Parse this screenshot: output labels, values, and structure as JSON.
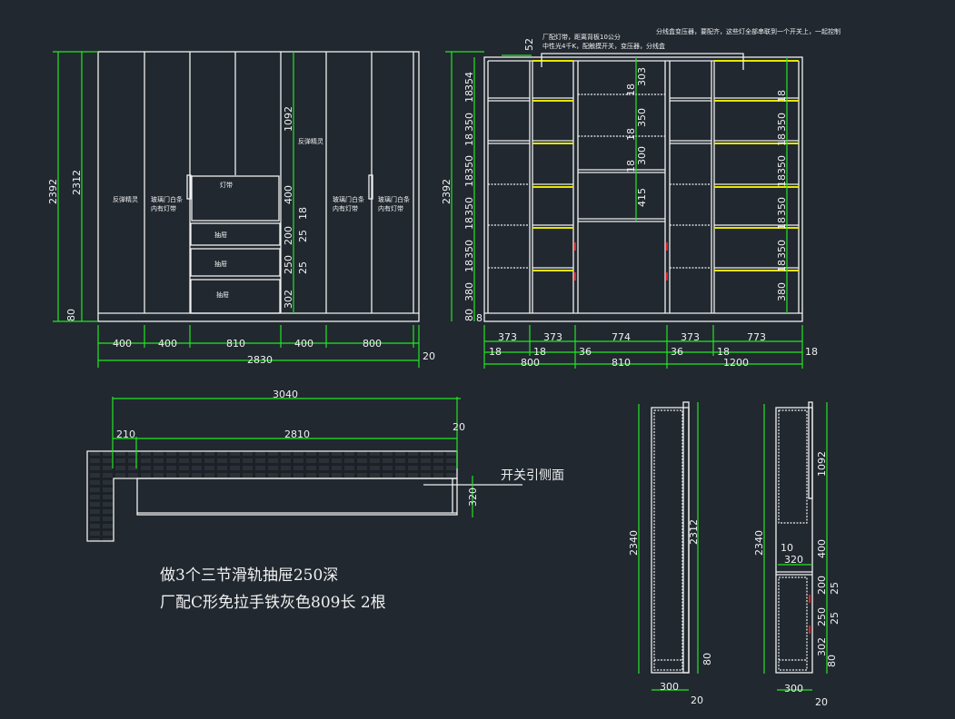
{
  "colors": {
    "background": "#212830",
    "lines": "#f0f0f0",
    "dimensions": "#22e622",
    "light_strip": "#e6e600",
    "handle": "#e02020"
  },
  "front_elevation": {
    "labels": [
      "反弹精灵",
      "玻璃门白条",
      "内有灯带",
      "灯带",
      "抽屉",
      "抽屉",
      "抽屉",
      "反弹精灵",
      "玻璃门白条",
      "内有灯带",
      "玻璃门白条",
      "内有灯带"
    ],
    "dims_left": [
      "2392",
      "2312",
      "80"
    ],
    "dims_right": [
      "1092",
      "400",
      "18",
      "200",
      "25",
      "250",
      "25",
      "302"
    ],
    "dims_bottom": [
      "400",
      "400",
      "810",
      "400",
      "800",
      "20",
      "2830"
    ]
  },
  "section_elevation": {
    "notes": [
      "厂配灯带，距离背板10公分",
      "中性光4千K，配触摸开关，变压器，分线盒",
      "分线盒变压器，要配齐，这些灯全部串联到一个开关上，一起控制"
    ],
    "dims_top": [
      "52"
    ],
    "dims_left": [
      "2392",
      "354",
      "18",
      "350",
      "18",
      "350",
      "18",
      "350",
      "18",
      "350",
      "18",
      "380",
      "80",
      "8"
    ],
    "dims_middle": [
      "18",
      "303",
      "350",
      "18",
      "300",
      "18",
      "415"
    ],
    "dims_right": [
      "18",
      "350",
      "18",
      "350",
      "18",
      "350",
      "18",
      "350",
      "18",
      "380"
    ],
    "dims_bottom_row1": [
      "373",
      "373",
      "774",
      "373",
      "773"
    ],
    "dims_bottom_row2": [
      "18",
      "18",
      "36",
      "36",
      "18",
      "18"
    ],
    "dims_bottom_row3": [
      "800",
      "810",
      "1200"
    ]
  },
  "plan": {
    "dims": [
      "3040",
      "210",
      "2810",
      "20",
      "320"
    ],
    "callout": "开关引侧面"
  },
  "notes": [
    "做3个三节滑轨抽屉250深",
    "厂配C形免拉手铁灰色809长 2根"
  ],
  "side_a": {
    "dims": [
      "2340",
      "2312",
      "80",
      "300",
      "20"
    ]
  },
  "side_b": {
    "dims": [
      "2340",
      "1092",
      "400",
      "10",
      "320",
      "200",
      "25",
      "250",
      "25",
      "302",
      "80",
      "300",
      "20"
    ]
  }
}
